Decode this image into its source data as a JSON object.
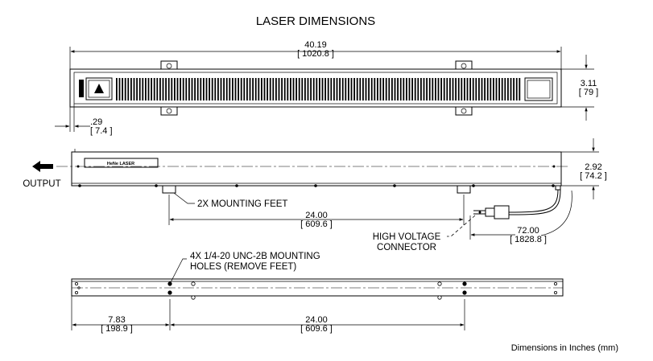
{
  "title": "LASER DIMENSIONS",
  "top_view": {
    "length_in": "40.19",
    "length_mm": "[ 1020.8 ]",
    "height_in": "3.11",
    "height_mm": "[ 79 ]",
    "offset_in": ".29",
    "offset_mm": "[ 7.4 ]"
  },
  "side_view": {
    "output_label": "OUTPUT",
    "plate_label": "HeNe LASER",
    "height_in": "2.92",
    "height_mm": "[ 74.2 ]",
    "feet_label": "2X MOUNTING FEET",
    "feet_spacing_in": "24.00",
    "feet_spacing_mm": "[ 609.6 ]",
    "connector_label_line1": "HIGH VOLTAGE",
    "connector_label_line2": "CONNECTOR",
    "cable_in": "72.00",
    "cable_mm": "[ 1828.8 ]"
  },
  "bottom_view": {
    "holes_label_line1": "4X 1/4-20 UNC-2B MOUNTING",
    "holes_label_line2": "HOLES (REMOVE FEET)",
    "left_offset_in": "7.83",
    "left_offset_mm": "[ 198.9 ]",
    "hole_spacing_in": "24.00",
    "hole_spacing_mm": "[ 609.6 ]"
  },
  "footnote": "Dimensions in Inches (mm)"
}
